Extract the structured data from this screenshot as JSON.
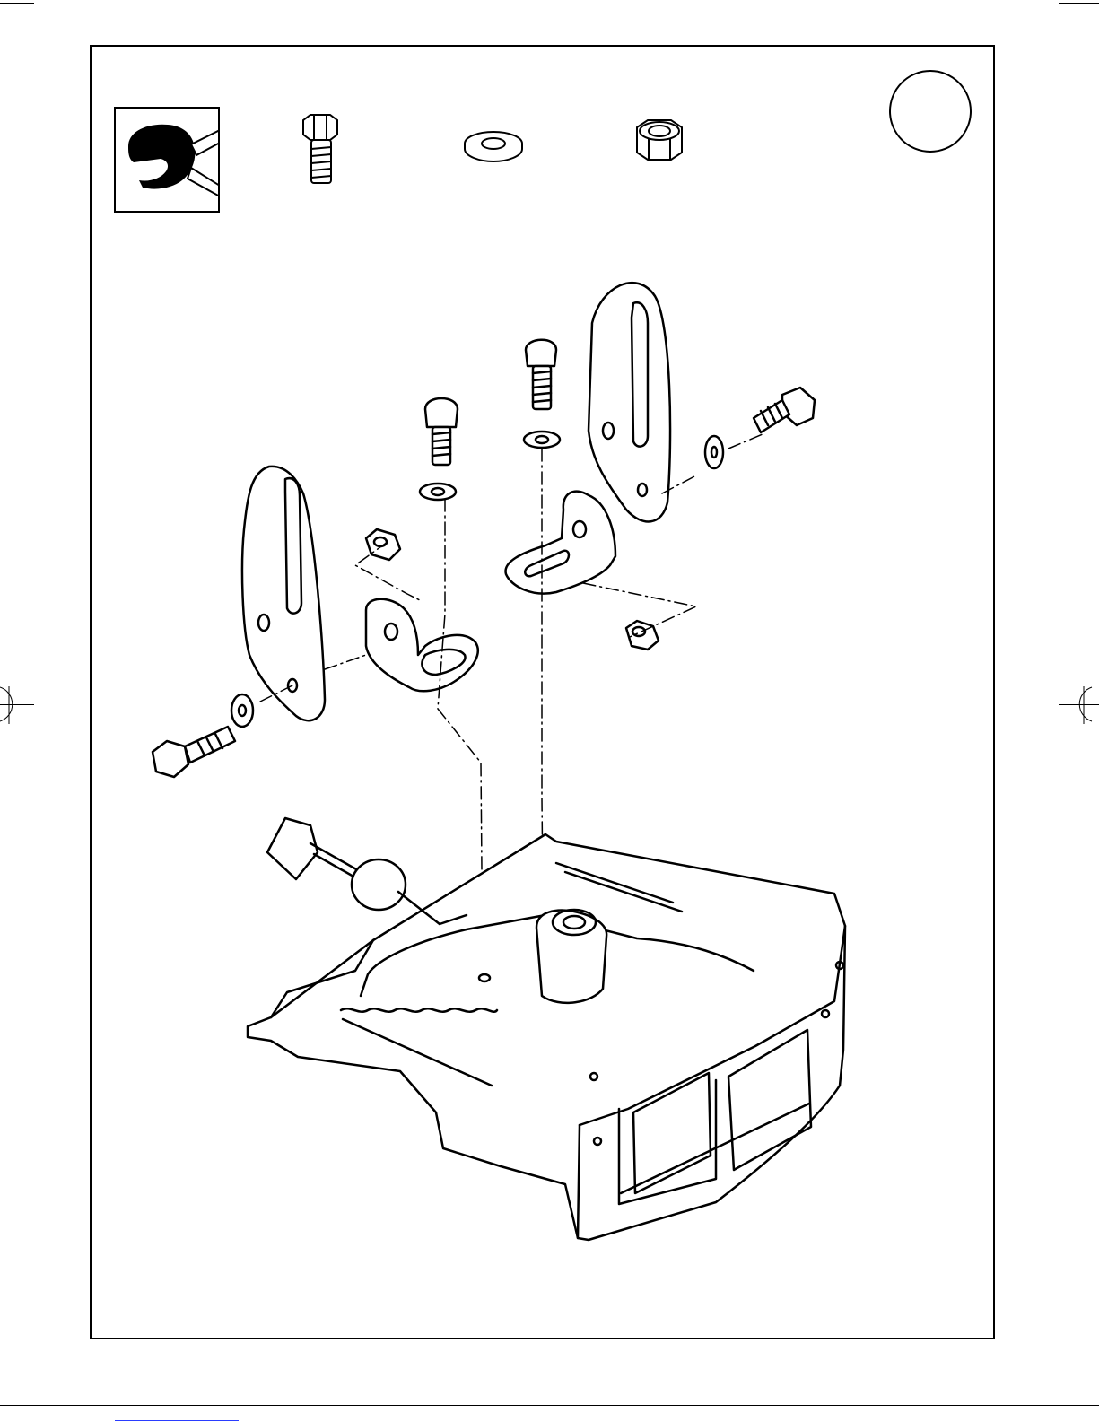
{
  "page": {
    "step_number": "",
    "tool": {
      "icon": "open-end-wrench-icon"
    },
    "parts_legend": [
      {
        "name": "bolt",
        "icon": "hex-bolt-icon"
      },
      {
        "name": "washer",
        "icon": "flat-washer-icon"
      },
      {
        "name": "nut",
        "icon": "hex-nut-icon"
      }
    ],
    "assembly": {
      "components": [
        "left-bracket-plate",
        "right-bracket-plate",
        "left-angle-bracket",
        "right-angle-bracket",
        "vise-base"
      ]
    }
  },
  "colors": {
    "line": "#000000",
    "background": "#ffffff",
    "link_underline": "#2a3cff"
  }
}
